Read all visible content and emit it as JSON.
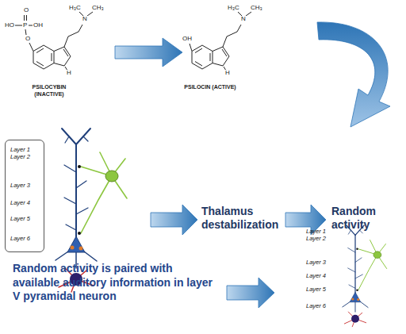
{
  "diagram": {
    "nodes": [
      {
        "text": [
          "Layer 1",
          "Layer 2",
          "Layer 3",
          "Layer 4",
          "Layer 5",
          "Layer 6"
        ]
      }
    ],
    "labels": [
      "O",
      "HO",
      "P",
      "OH",
      "O",
      "H₃C",
      "CH₃",
      "N",
      "H",
      "PSILOCYBIN (INACTIVE)",
      "OH",
      "H₃C",
      "CH₃",
      "N",
      "H",
      "PSILOCIN (ACTIVE)",
      "Thalamus destabilization",
      "Random activity",
      "Random activity is paired with available auditory information in layer V pyramidal neuron",
      "Layer 1",
      "Layer 2",
      "Layer 3",
      "Layer 4",
      "Layer 5",
      "Layer 6"
    ]
  }
}
